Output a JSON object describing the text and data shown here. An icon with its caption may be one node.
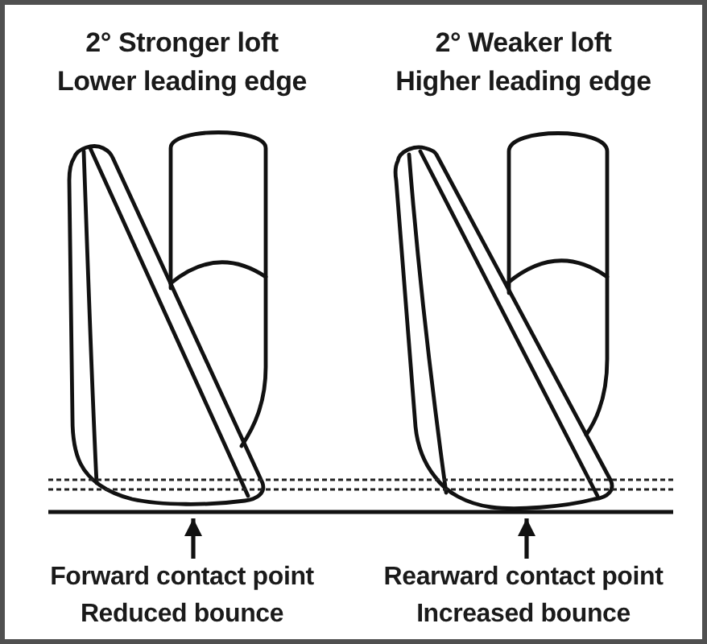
{
  "diagram": {
    "nodes": [
      {
        "text": [],
        "shape": "picture"
      },
      {
        "text": [],
        "shape": "picture"
      },
      {
        "text": [
          "Forward contact point",
          "Reduced bounce"
        ]
      },
      {
        "text": [
          "Rearward contact point",
          "Increased bounce"
        ]
      }
    ],
    "edges": [
      {
        "from": 2,
        "to": 0,
        "arrow": "to"
      },
      {
        "from": 3,
        "to": 1,
        "arrow": "to"
      }
    ],
    "labels": [
      "2° Stronger loft",
      "Lower leading edge",
      "2° Weaker loft",
      "Higher leading edge"
    ]
  }
}
